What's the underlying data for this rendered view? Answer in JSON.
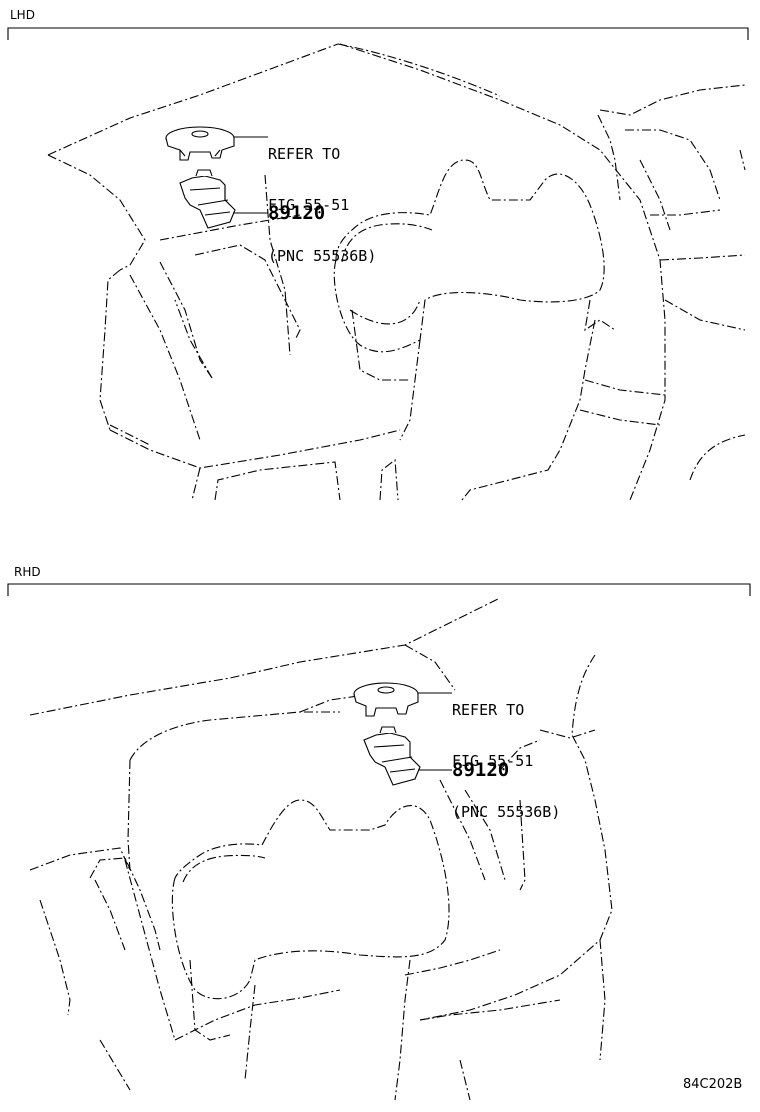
{
  "sections": [
    {
      "label": "LHD",
      "callouts": {
        "refer_line1": "REFER TO",
        "refer_line2": "FIG 55-51",
        "refer_line3": "(PNC 55536B)",
        "part_number": "89120"
      }
    },
    {
      "label": "RHD",
      "callouts": {
        "refer_line1": "REFER TO",
        "refer_line2": "FIG 55-51",
        "refer_line3": "(PNC 55536B)",
        "part_number": "89120"
      }
    }
  ],
  "diagram_code": "84C202B"
}
